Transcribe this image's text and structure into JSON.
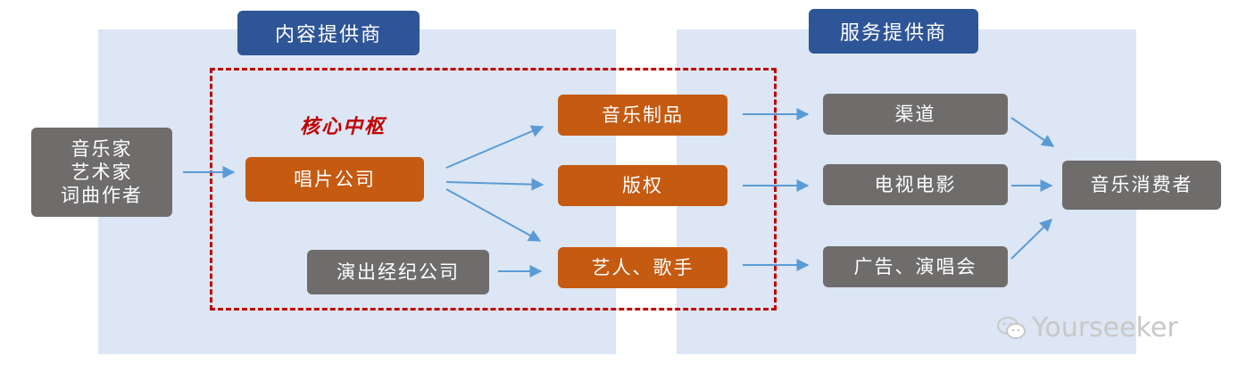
{
  "headers": {
    "content_provider": "内容提供商",
    "service_provider": "服务提供商"
  },
  "core_label": "核心中枢",
  "nodes": {
    "creators": [
      "音乐家",
      "艺术家",
      "词曲作者"
    ],
    "record_company": "唱片公司",
    "agency": "演出经纪公司",
    "music_products": "音乐制品",
    "copyright": "版权",
    "artists": "艺人、歌手",
    "channels": "渠道",
    "tv_film": "电视电影",
    "ads_concerts": "广告、演唱会",
    "consumers": "音乐消费者"
  },
  "watermark": "Yourseeker",
  "colors": {
    "panel": "#dce6f4",
    "header": "#2e5597",
    "gray_box": "#6f6c6c",
    "orange_box": "#c55a11",
    "dashed_border": "#c00000",
    "arrow": "#5b9bd5"
  }
}
